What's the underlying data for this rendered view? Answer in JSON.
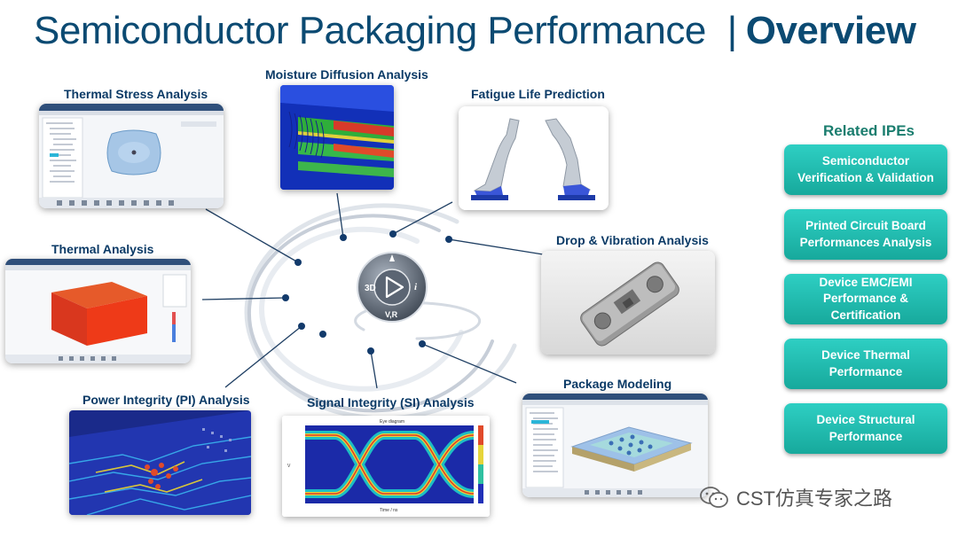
{
  "header": {
    "title_main": "Semiconductor Packaging Performance",
    "separator": "|",
    "title_bold": "Overview"
  },
  "analyses": [
    {
      "id": "thermal-stress",
      "label": "Thermal Stress Analysis"
    },
    {
      "id": "moisture-diffusion",
      "label": "Moisture Diffusion Analysis"
    },
    {
      "id": "fatigue-life",
      "label": "Fatigue Life Prediction"
    },
    {
      "id": "thermal",
      "label": "Thermal Analysis"
    },
    {
      "id": "drop-vibration",
      "label": "Drop & Vibration Analysis"
    },
    {
      "id": "power-integrity",
      "label": "Power Integrity (PI) Analysis"
    },
    {
      "id": "signal-integrity",
      "label": "Signal Integrity (SI) Analysis"
    },
    {
      "id": "package-modeling",
      "label": "Package Modeling"
    }
  ],
  "hub": {
    "icon": "3dexperience-compass-icon",
    "left": "3D",
    "right": "i",
    "bottom": "V,R"
  },
  "si_plot": {
    "title": "Eye diagram",
    "xlabel": "Time / ns",
    "ylabel": "V"
  },
  "related": {
    "title": "Related IPEs",
    "buttons": [
      "Semiconductor\nVerification & Validation",
      "Printed Circuit Board\nPerformances Analysis",
      "Device EMC/EMI\nPerformance & Certification",
      "Device Thermal\nPerformance",
      "Device Structural\nPerformance"
    ]
  },
  "watermark": {
    "text": "CST仿真专家之路",
    "icon": "wechat-icon"
  },
  "colors": {
    "title": "#0b4a72",
    "label": "#0b3a66",
    "ipe_button": "#21bdb0",
    "connector": "#1f3f63"
  }
}
